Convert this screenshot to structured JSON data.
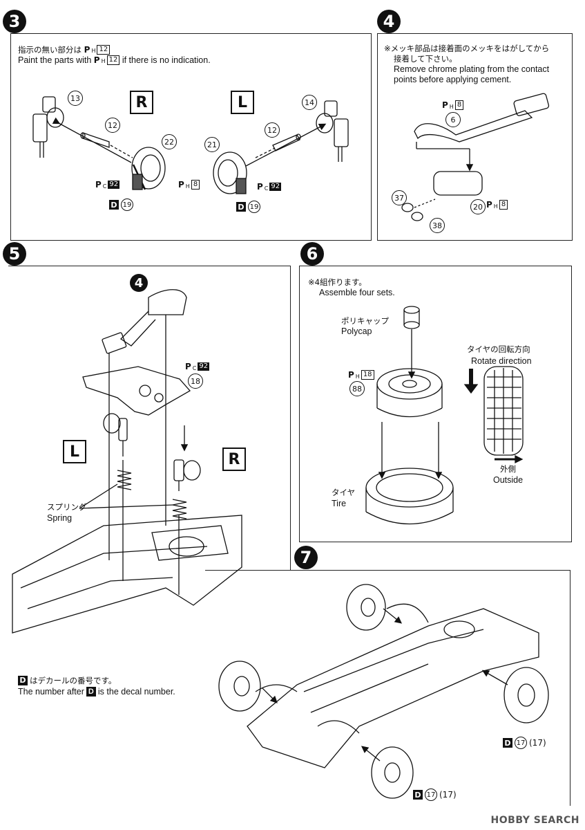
{
  "steps": {
    "s3": {
      "number": "3",
      "note_jp": "指示の無い部分は",
      "note_en": "Paint the parts with",
      "note_en_tail": "if there is no indication.",
      "paint_ph12": "12",
      "side_r": "R",
      "side_l": "L",
      "parts": [
        "13",
        "12",
        "22",
        "21",
        "12",
        "14"
      ],
      "pc_left": "92",
      "pc_right": "92",
      "ph_mid": "8",
      "decal_left": "19",
      "decal_right": "19"
    },
    "s4": {
      "number": "4",
      "note_jp_1": "※メッキ部品は接着面のメッキをはがしてから",
      "note_jp_2": "接着して下さい。",
      "note_en_1": "Remove chrome plating from the contact",
      "note_en_2": "points before applying cement.",
      "ph_top": "8",
      "part_6": "6",
      "part_37": "37",
      "part_38": "38",
      "part_20": "20",
      "ph_20": "8"
    },
    "s5": {
      "number": "5",
      "ref_step": "4",
      "pc": "92",
      "part_18": "18",
      "side_l": "L",
      "side_r": "R",
      "spring_jp": "スプリング",
      "spring_en": "Spring"
    },
    "s6": {
      "number": "6",
      "note_jp": "※4組作ります。",
      "note_en": "Assemble four sets.",
      "polycap_jp": "ポリキャップ",
      "polycap_en": "Polycap",
      "ph": "18",
      "part_88": "88",
      "rotate_jp": "タイヤの回転方向",
      "rotate_en": "Rotate direction",
      "outside_jp": "外側",
      "outside_en": "Outside",
      "tire_jp": "タイヤ",
      "tire_en": "Tire"
    },
    "s7": {
      "number": "7",
      "decal_a": "17",
      "decal_a2": "(17)",
      "decal_b": "17",
      "decal_b2": "(17)"
    }
  },
  "decal_note": {
    "jp": "はデカールの番号です。",
    "en_1": "The number after",
    "en_2": "is the decal number.",
    "letter": "D"
  },
  "watermark": "HOBBY SEARCH",
  "colors": {
    "ink": "#111111",
    "paper": "#ffffff"
  }
}
